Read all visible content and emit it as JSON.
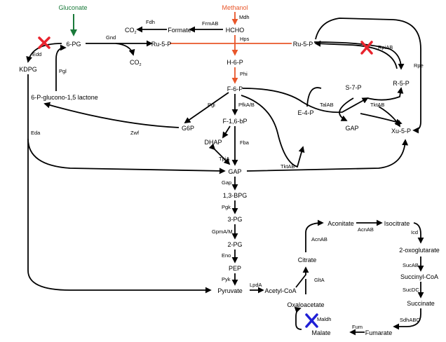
{
  "metabolites": {
    "gluconate": "Gluconate",
    "methanol": "Methanol",
    "hcho": "HCHO",
    "formate": "Formate",
    "co2_a": "CO",
    "co2_b": "CO",
    "co2_sub": "2",
    "pg6": "6-PG",
    "ru5p_left": "Ru-5-P",
    "ru5p_right": "Ru-5-P",
    "h6p": "H-6-P",
    "f6p": "F-6-P",
    "kdpg": "KDPG",
    "lactone": "6-P-glucono-1,5 lactone",
    "g6p": "G6P",
    "f16bp": "F-1,6-bP",
    "dhap": "DHAP",
    "gap_main": "GAP",
    "gap_ppp": "GAP",
    "s7p": "S-7-P",
    "r5p": "R-5-P",
    "e4p": "E-4-P",
    "xu5p": "Xu-5-P",
    "bpg13": "1,3-BPG",
    "pg3": "3-PG",
    "pg2": "2-PG",
    "pep": "PEP",
    "pyruvate": "Pyruvate",
    "acetylcoa": "Acetyl-CoA",
    "citrate": "Citrate",
    "aconitate": "Aconitate",
    "isocitrate": "Isocitrate",
    "oxoglutarate": "2-oxoglutarate",
    "succinylcoa": "Succinyl-CoA",
    "succinate": "Succinate",
    "fumarate": "Fumarate",
    "malate": "Malate",
    "oxaloacetate": "Oxaloacetate"
  },
  "enzymes": {
    "mdh": "Mdh",
    "fdh": "Fdh",
    "frmab": "FrmAB",
    "gnd": "Gnd",
    "hps": "Hps",
    "edd": "Edd",
    "rpiab": "RpiAB",
    "phi": "Phi",
    "pgl": "Pgl",
    "rpe": "Rpe",
    "pgi": "Pgi",
    "pfkab": "PfkA/B",
    "talab": "TalAB",
    "tktab_top": "TktAB",
    "tktab_bottom": "TktAB",
    "zwf": "Zwf",
    "eda": "Eda",
    "fba": "Fba",
    "tpia": "TpiA",
    "gap_enz": "Gap",
    "pgk": "Pgk",
    "gpmam": "GpmA/M",
    "eno": "Eno",
    "pyk": "Pyk",
    "lpda": "LpdA",
    "gita": "GltA",
    "acnab_left": "AcnAB",
    "acnab_top": "AcnAB",
    "icd": "Icd",
    "sucab": "SucAB",
    "sucdc": "SucDC",
    "sdhabc": "SdhABC",
    "fum": "Fum",
    "maldh": "Maldh"
  },
  "colors": {
    "methanol_pathway": "#e8562a",
    "gluconate_input": "#1a7a3a",
    "deletion_red": "#e8232d",
    "deletion_blue": "#1f1fd6",
    "arrow": "#000000"
  },
  "deletions": [
    {
      "enzyme": "Edd",
      "color": "red"
    },
    {
      "enzyme": "RpiAB",
      "color": "red"
    },
    {
      "enzyme": "Maldh",
      "color": "blue"
    }
  ]
}
